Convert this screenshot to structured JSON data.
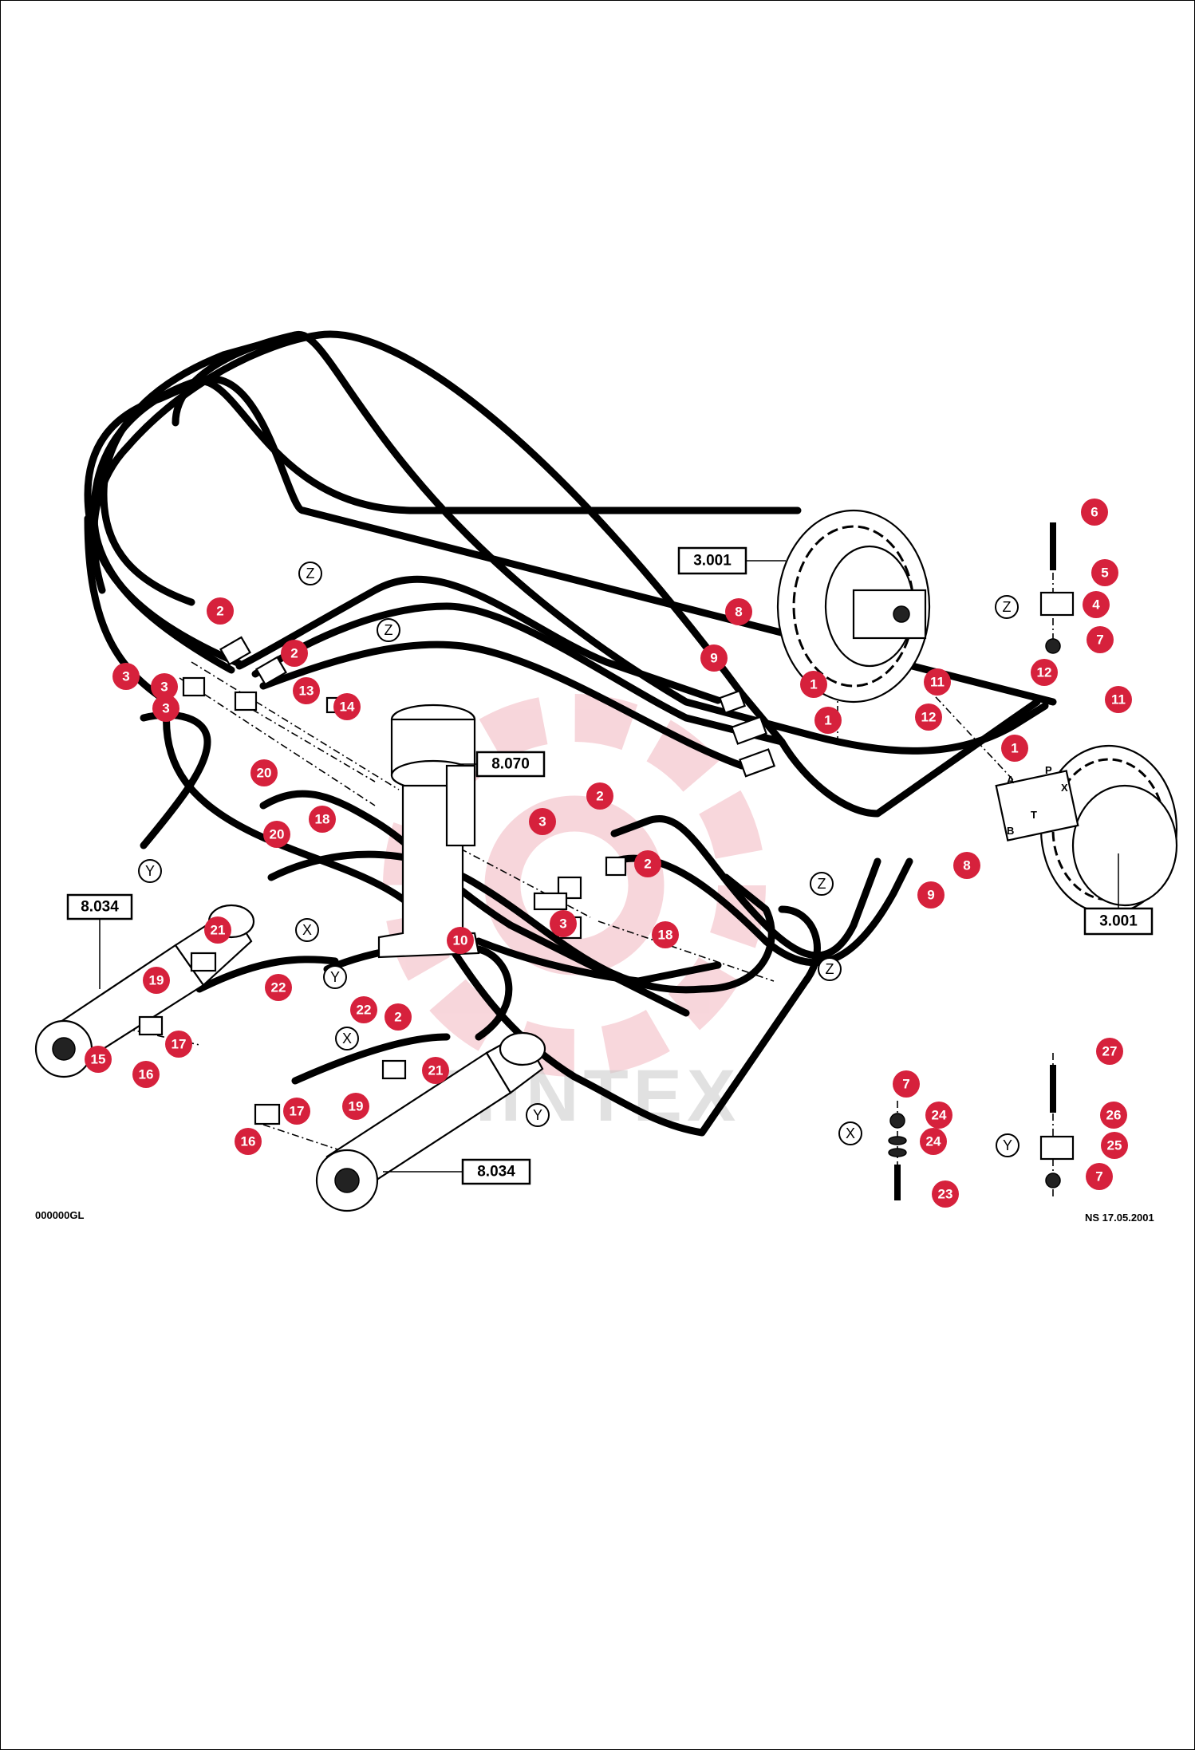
{
  "watermark": "HINTEX",
  "footer": {
    "left_code": "000000GL",
    "right_code": "NS 17.05.2001"
  },
  "ref_boxes": [
    {
      "id": "ref-3001-top",
      "label": "3.001"
    },
    {
      "id": "ref-3001-bottom",
      "label": "3.001"
    },
    {
      "id": "ref-8070",
      "label": "8.070"
    },
    {
      "id": "ref-8034-left",
      "label": "8.034"
    },
    {
      "id": "ref-8034-bottom",
      "label": "8.034"
    }
  ],
  "connection_letters": [
    "Z",
    "Z",
    "Z",
    "Z",
    "Z",
    "Y",
    "Y",
    "Y",
    "Y",
    "X",
    "X",
    "X"
  ],
  "valve_port_labels": [
    "A",
    "P",
    "X",
    "B",
    "T"
  ],
  "callouts": [
    "1",
    "1",
    "1",
    "2",
    "2",
    "2",
    "2",
    "2",
    "3",
    "3",
    "3",
    "3",
    "3",
    "4",
    "5",
    "6",
    "7",
    "7",
    "7",
    "8",
    "8",
    "9",
    "9",
    "10",
    "11",
    "11",
    "12",
    "12",
    "13",
    "14",
    "15",
    "16",
    "16",
    "17",
    "17",
    "18",
    "18",
    "19",
    "19",
    "20",
    "20",
    "21",
    "21",
    "22",
    "22",
    "23",
    "24",
    "24",
    "25",
    "26",
    "27"
  ],
  "colors": {
    "callout": "#d6213c",
    "ink": "#000000",
    "watermark": "#d6213c"
  }
}
